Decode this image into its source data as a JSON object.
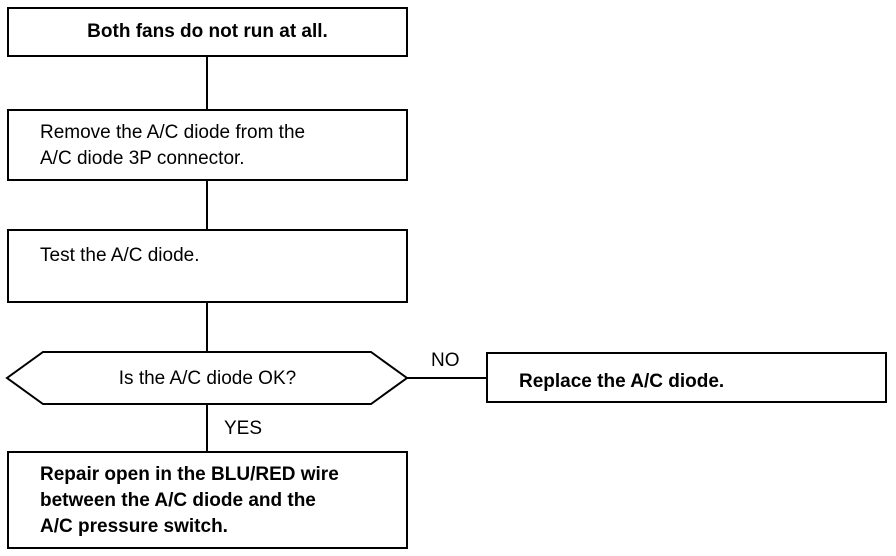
{
  "flowchart": {
    "step1": "Both fans do not run at all.",
    "step2": "Remove the A/C diode from the\nA/C diode 3P connector.",
    "step3": "Test the A/C diode.",
    "decision": "Is the A/C diode OK?",
    "no_label": "NO",
    "yes_label": "YES",
    "no_action": "Replace the A/C diode.",
    "yes_action": "Repair open in the BLU/RED wire\nbetween the A/C diode and the\nA/C pressure switch."
  }
}
